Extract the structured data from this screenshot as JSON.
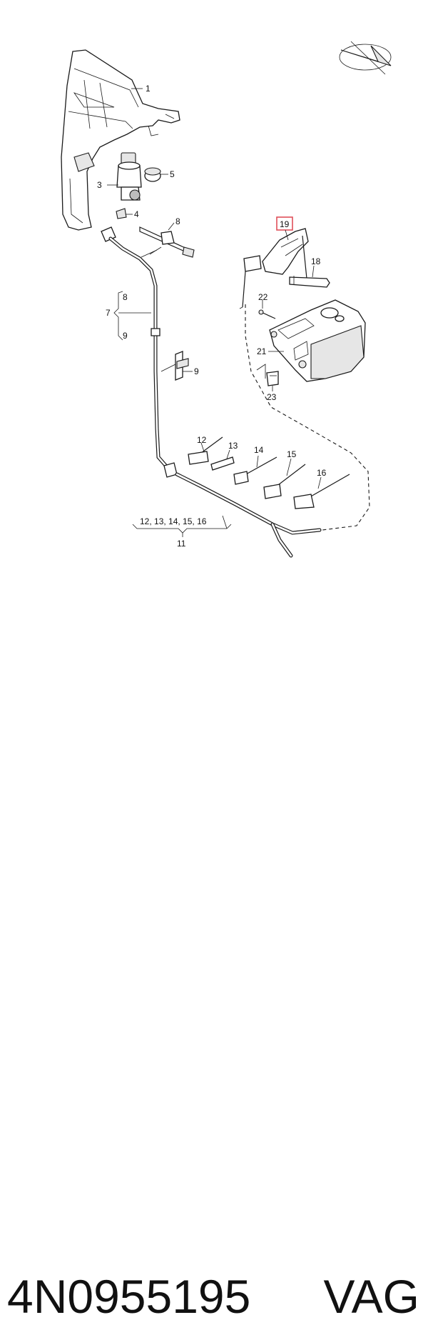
{
  "diagram": {
    "labels": {
      "l1": "1",
      "l3": "3",
      "l4": "4",
      "l5": "5",
      "l7": "7",
      "l7a": "8",
      "l7b": "9",
      "l8": "8",
      "l9": "9",
      "l11": "11",
      "l11group": "12, 13, 14, 15, 16",
      "l12": "12",
      "l13": "13",
      "l14": "14",
      "l15": "15",
      "l16": "16",
      "l18": "18",
      "l19": "19",
      "l21": "21",
      "l22": "22",
      "l23": "23"
    },
    "highlight_color": "#e0505a"
  },
  "caption": {
    "part_number": "4N0955195",
    "brand": "VAG"
  }
}
